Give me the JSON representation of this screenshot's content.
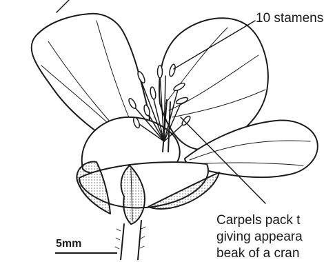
{
  "labels": {
    "stamens": "10 stamens",
    "carpels": {
      "line1": "Carpels pack t",
      "line2": "giving appeara",
      "line3": "beak of a cran"
    }
  },
  "scale": {
    "label": "5mm"
  },
  "colors": {
    "ink": "#1a1a1a",
    "background": "#ffffff"
  }
}
